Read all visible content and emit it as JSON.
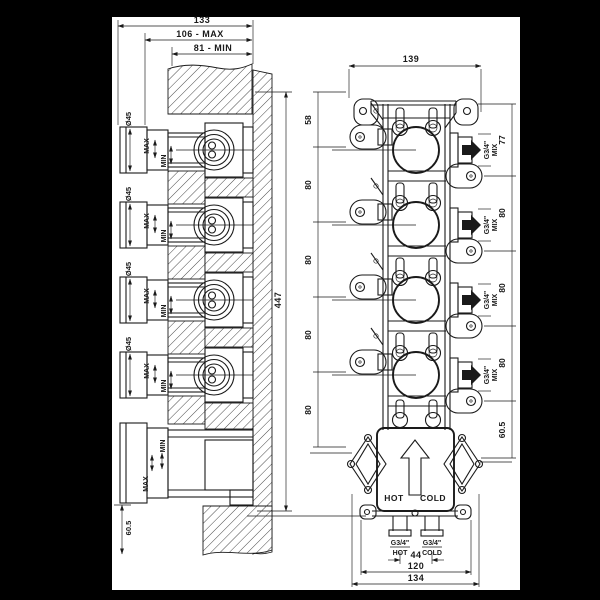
{
  "drawing": {
    "type": "technical installation drawing, 4-way thermostatic mixer rough-in, side section and front view",
    "paper_color": "#ffffff",
    "background_color": "#000000",
    "ink_color": "#1a1a1a"
  },
  "side_view": {
    "dim_total_width": "133",
    "dim_max": "106 - MAX",
    "dim_min": "81 - MIN",
    "dim_height": "447",
    "dim_cap_diameter": "Ø45",
    "max_label": "MAX",
    "min_label": "MIN",
    "dim_bottom": "60.5"
  },
  "front_view": {
    "dim_width": "139",
    "left_chain": [
      "58",
      "80",
      "80",
      "80",
      "80"
    ],
    "right_chain": [
      "77",
      "80",
      "80",
      "80",
      "60.5"
    ],
    "outlet_size": "G3/4\"",
    "outlet_medium": "MIX",
    "plate_hot": "HOT",
    "plate_cold": "COLD",
    "inlet_hot_size": "G3/4\"",
    "inlet_hot_label": "HOT",
    "inlet_cold_size": "G3/4\"",
    "inlet_cold_label": "COLD",
    "dim_inlet_spacing": "44",
    "dim_plate_width": "120",
    "dim_overall_width": "134"
  }
}
